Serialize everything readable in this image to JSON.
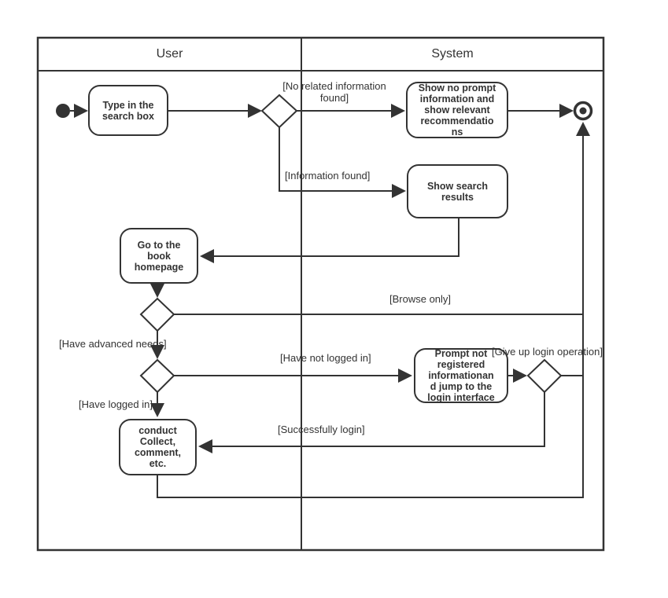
{
  "lanes": {
    "user": "User",
    "system": "System"
  },
  "activities": {
    "type_search": "Type in the\nsearch box",
    "show_no_prompt": "Show no prompt\ninformation and\nshow relevant\nrecommendatio\nns",
    "show_results": "Show search\nresults",
    "go_homepage": "Go to the\nbook\nhomepage",
    "prompt_register": "Prompt not\nregistered\ninformationan\nd jump to the\nlogin interface",
    "conduct_collect": "conduct\nCollect,\ncomment,\netc."
  },
  "guards": {
    "no_related": "[No related information\nfound]",
    "info_found": "[Information found]",
    "browse_only": "[Browse only]",
    "advanced_needs": "[Have advanced needs]",
    "not_logged_in": "[Have not logged in]",
    "give_up": "[Give up login operation]",
    "logged_in": "[Have logged in]",
    "success_login": "[Successfully login]"
  },
  "colors": {
    "line": "#333333",
    "text": "#333333",
    "background": "#ffffff"
  }
}
